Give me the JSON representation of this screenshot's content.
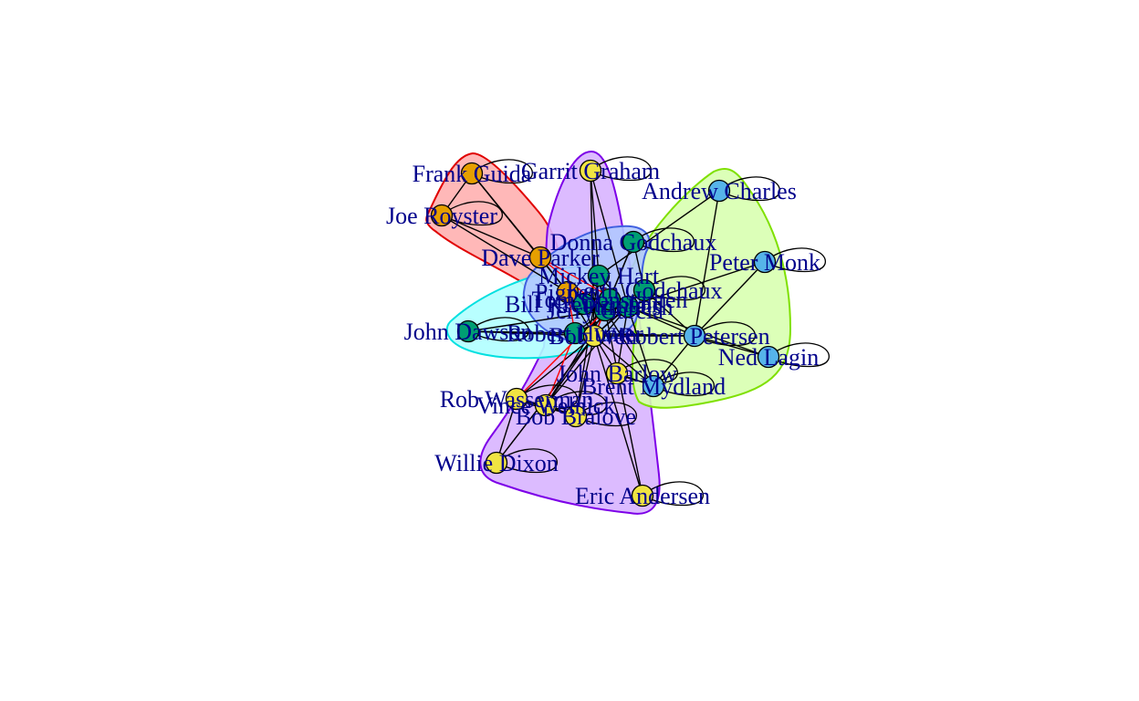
{
  "graph": {
    "colors": {
      "edge": "#000000",
      "edge_highlight": "#FF0000",
      "node_stroke": "#000000",
      "label": "#00008B",
      "background": "#FFFFFF"
    },
    "groups": [
      {
        "id": "g1",
        "fill": "#FFB0B0",
        "stroke": "#E00000",
        "node_color": "#E69F00"
      },
      {
        "id": "g2",
        "fill": "#D8B4FF",
        "stroke": "#7D00E8",
        "node_color": "#F0E442"
      },
      {
        "id": "g3",
        "fill": "#D8FFB0",
        "stroke": "#7FE000",
        "node_color": "#56B4E9"
      },
      {
        "id": "g4",
        "fill": "#B0FFFF",
        "stroke": "#00E0E0",
        "node_color": "#009E73"
      },
      {
        "id": "g5",
        "fill": "#B0C8FF",
        "stroke": "#4060E0",
        "node_color": "#009E73"
      }
    ],
    "nodes": [
      {
        "id": "frank_guida",
        "label": "Frank Guida",
        "group": "g1"
      },
      {
        "id": "joe_royster",
        "label": "Joe Royster",
        "group": "g1"
      },
      {
        "id": "dave_parker",
        "label": "Dave Parker",
        "group": "g1"
      },
      {
        "id": "garrit_graham",
        "label": "Garrit Graham",
        "group": "g2"
      },
      {
        "id": "andrew_charles",
        "label": "Andrew Charles",
        "group": "g3"
      },
      {
        "id": "donna_godchaux",
        "label": "Donna Godchaux",
        "group": "g5"
      },
      {
        "id": "peter_monk",
        "label": "Peter Monk",
        "group": "g3"
      },
      {
        "id": "mickey_hart",
        "label": "Mickey Hart",
        "group": "g5"
      },
      {
        "id": "keith_godchaux",
        "label": "Keith Godchaux",
        "group": "g5"
      },
      {
        "id": "pigpen",
        "label": "Pigpen",
        "group": "g1"
      },
      {
        "id": "bill_kreutzmann",
        "label": "Bill Kreutzmann",
        "group": "g4"
      },
      {
        "id": "jerry_garcia",
        "label": "Jerry Garcia",
        "group": "g4"
      },
      {
        "id": "phil_lesh",
        "label": "Phil Lesh",
        "group": "g5"
      },
      {
        "id": "tom_constanten",
        "label": "Tom Constanten",
        "group": "g5"
      },
      {
        "id": "john_dawson",
        "label": "John Dawson",
        "group": "g4"
      },
      {
        "id": "robert_hunter",
        "label": "Robert Hunter",
        "group": "g4"
      },
      {
        "id": "bob_weir",
        "label": "Bob Weir",
        "group": "g2"
      },
      {
        "id": "robert_petersen",
        "label": "Robert Petersen",
        "group": "g3"
      },
      {
        "id": "ned_lagin",
        "label": "Ned Lagin",
        "group": "g3"
      },
      {
        "id": "john_barlow",
        "label": "John Barlow",
        "group": "g2"
      },
      {
        "id": "brent_mydland",
        "label": "Brent Mydland",
        "group": "g3"
      },
      {
        "id": "rob_wasserman",
        "label": "Rob Wasserman",
        "group": "g2"
      },
      {
        "id": "vince_welnick",
        "label": "Vince Welnick",
        "group": "g2"
      },
      {
        "id": "bob_bralove",
        "label": "Bob Bralove",
        "group": "g2"
      },
      {
        "id": "willie_dixon",
        "label": "Willie Dixon",
        "group": "g2"
      },
      {
        "id": "eric_andersen",
        "label": "Eric Andersen",
        "group": "g2"
      }
    ],
    "edges": [
      [
        "frank_guida",
        "joe_royster"
      ],
      [
        "frank_guida",
        "dave_parker"
      ],
      [
        "joe_royster",
        "dave_parker"
      ],
      [
        "dave_parker",
        "pigpen"
      ],
      [
        "frank_guida",
        "pigpen"
      ],
      [
        "joe_royster",
        "pigpen"
      ],
      [
        "garrit_graham",
        "mickey_hart"
      ],
      [
        "garrit_graham",
        "bob_weir"
      ],
      [
        "garrit_graham",
        "phil_lesh"
      ],
      [
        "andrew_charles",
        "mickey_hart"
      ],
      [
        "andrew_charles",
        "robert_petersen"
      ],
      [
        "donna_godchaux",
        "keith_godchaux"
      ],
      [
        "donna_godchaux",
        "bob_weir"
      ],
      [
        "donna_godchaux",
        "jerry_garcia"
      ],
      [
        "peter_monk",
        "robert_petersen"
      ],
      [
        "peter_monk",
        "phil_lesh"
      ],
      [
        "mickey_hart",
        "bill_kreutzmann"
      ],
      [
        "mickey_hart",
        "jerry_garcia"
      ],
      [
        "mickey_hart",
        "bob_weir"
      ],
      [
        "mickey_hart",
        "phil_lesh"
      ],
      [
        "keith_godchaux",
        "jerry_garcia"
      ],
      [
        "keith_godchaux",
        "bob_weir"
      ],
      [
        "keith_godchaux",
        "robert_petersen"
      ],
      [
        "pigpen",
        "jerry_garcia"
      ],
      [
        "pigpen",
        "bob_weir"
      ],
      [
        "pigpen",
        "phil_lesh"
      ],
      [
        "pigpen",
        "bill_kreutzmann"
      ],
      [
        "bill_kreutzmann",
        "jerry_garcia"
      ],
      [
        "bill_kreutzmann",
        "bob_weir"
      ],
      [
        "bill_kreutzmann",
        "phil_lesh"
      ],
      [
        "jerry_garcia",
        "robert_hunter"
      ],
      [
        "jerry_garcia",
        "bob_weir"
      ],
      [
        "jerry_garcia",
        "phil_lesh"
      ],
      [
        "jerry_garcia",
        "tom_constanten"
      ],
      [
        "phil_lesh",
        "bob_weir"
      ],
      [
        "phil_lesh",
        "robert_petersen"
      ],
      [
        "phil_lesh",
        "ned_lagin"
      ],
      [
        "phil_lesh",
        "tom_constanten"
      ],
      [
        "john_dawson",
        "jerry_garcia"
      ],
      [
        "john_dawson",
        "robert_hunter"
      ],
      [
        "john_dawson",
        "bob_weir"
      ],
      [
        "robert_hunter",
        "bob_weir"
      ],
      [
        "robert_hunter",
        "phil_lesh"
      ],
      [
        "robert_hunter",
        "robert_petersen"
      ],
      [
        "bob_weir",
        "john_barlow"
      ],
      [
        "bob_weir",
        "brent_mydland"
      ],
      [
        "bob_weir",
        "rob_wasserman"
      ],
      [
        "bob_weir",
        "vince_welnick"
      ],
      [
        "bob_weir",
        "bob_bralove"
      ],
      [
        "bob_weir",
        "willie_dixon"
      ],
      [
        "bob_weir",
        "eric_andersen"
      ],
      [
        "bob_weir",
        "robert_petersen"
      ],
      [
        "robert_petersen",
        "ned_lagin"
      ],
      [
        "robert_petersen",
        "brent_mydland"
      ],
      [
        "john_barlow",
        "brent_mydland"
      ],
      [
        "john_barlow",
        "phil_lesh"
      ],
      [
        "brent_mydland",
        "phil_lesh"
      ],
      [
        "brent_mydland",
        "jerry_garcia"
      ],
      [
        "rob_wasserman",
        "vince_welnick"
      ],
      [
        "rob_wasserman",
        "willie_dixon"
      ],
      [
        "rob_wasserman",
        "bob_bralove"
      ],
      [
        "vince_welnick",
        "bob_bralove"
      ],
      [
        "vince_welnick",
        "jerry_garcia"
      ],
      [
        "vince_welnick",
        "phil_lesh"
      ],
      [
        "bob_bralove",
        "mickey_hart"
      ],
      [
        "willie_dixon",
        "bob_weir"
      ],
      [
        "eric_andersen",
        "jerry_garcia"
      ]
    ],
    "highlight_edges": [
      [
        "dave_parker",
        "jerry_garcia"
      ],
      [
        "dave_parker",
        "phil_lesh"
      ],
      [
        "pigpen",
        "robert_hunter"
      ],
      [
        "bob_weir",
        "jerry_garcia"
      ],
      [
        "rob_wasserman",
        "jerry_garcia"
      ],
      [
        "vince_welnick",
        "robert_hunter"
      ],
      [
        "mickey_hart",
        "tom_constanten"
      ],
      [
        "bill_kreutzmann",
        "tom_constanten"
      ]
    ],
    "self_loops": [
      "frank_guida",
      "joe_royster",
      "garrit_graham",
      "andrew_charles",
      "donna_godchaux",
      "peter_monk",
      "keith_godchaux",
      "john_dawson",
      "robert_petersen",
      "ned_lagin",
      "john_barlow",
      "brent_mydland",
      "rob_wasserman",
      "vince_welnick",
      "bob_bralove",
      "willie_dixon",
      "eric_andersen"
    ]
  }
}
